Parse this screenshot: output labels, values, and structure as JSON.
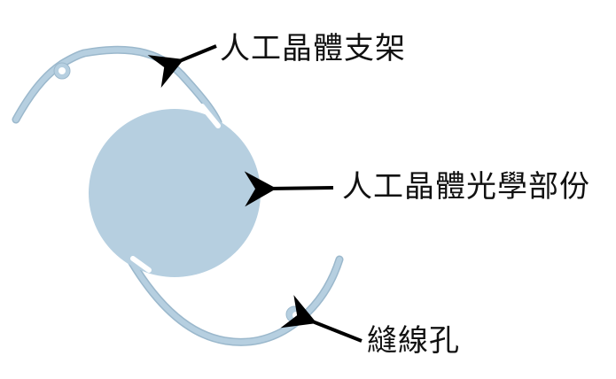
{
  "diagram": {
    "subject": "intraocular lens",
    "colors": {
      "lens_fill": "#b6cfe0",
      "lens_edge": "#9bb8cc",
      "arrow": "#000000",
      "background": "#ffffff"
    },
    "labels": [
      {
        "id": "haptic",
        "text": "人工晶體支架"
      },
      {
        "id": "optic",
        "text": "人工晶體光學部份"
      },
      {
        "id": "suture_hole",
        "text": "縫線孔"
      }
    ]
  }
}
